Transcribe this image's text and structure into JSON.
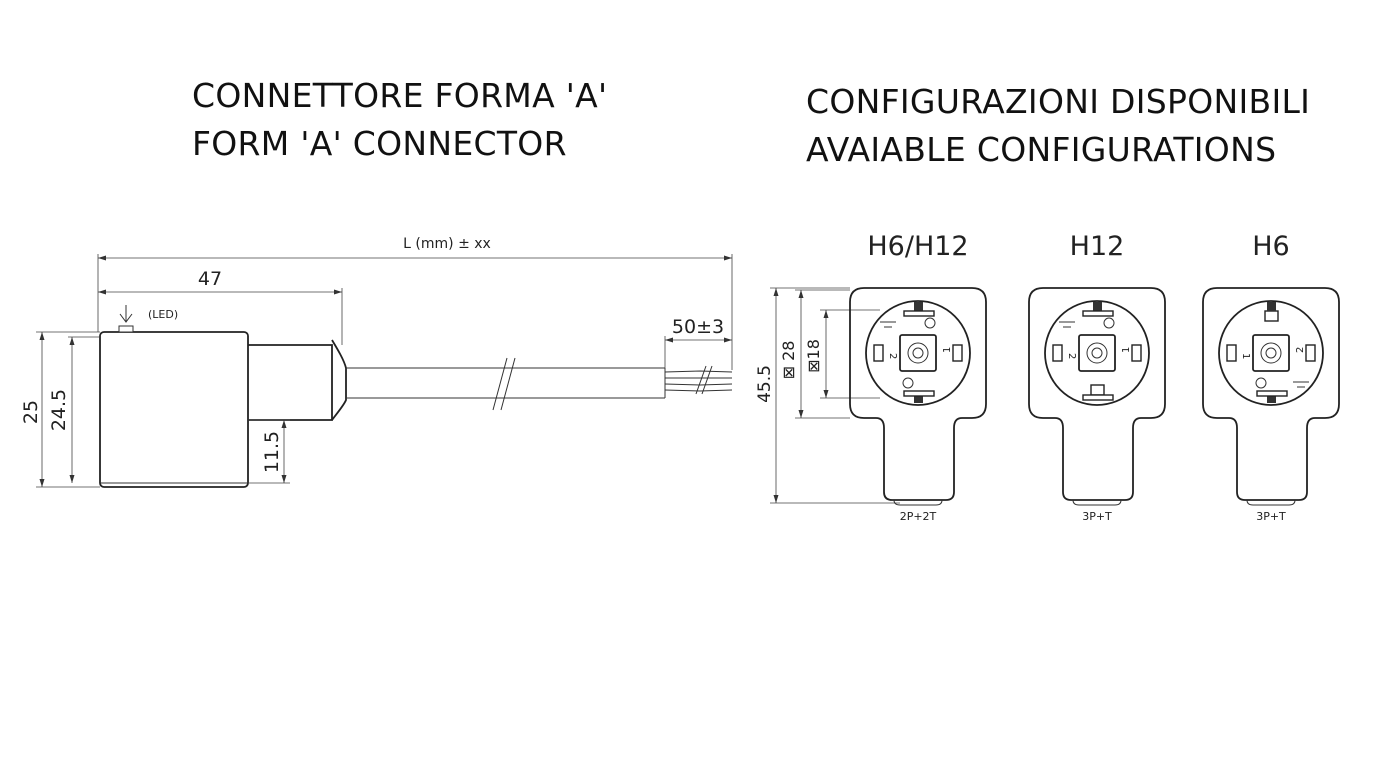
{
  "titles": {
    "left_line1": "CONNETTORE FORMA 'A'",
    "left_line2": "FORM 'A' CONNECTOR",
    "right_line1": "CONFIGURAZIONI DISPONIBILI",
    "right_line2": "AVAIABLE CONFIGURATIONS"
  },
  "side_view": {
    "length_label": "L (mm) ± xx",
    "dim_47": "47",
    "dim_50": "50±3",
    "led_label": "(LED)",
    "dim_25": "25",
    "dim_24_5": "24.5",
    "dim_11_5": "11.5"
  },
  "front_dims": {
    "dim_45_5": "45.5",
    "dim_28": "⊠ 28",
    "dim_18": "⊠18"
  },
  "configurations": [
    {
      "heading": "H6/H12",
      "caption": "2P+2T"
    },
    {
      "heading": "H12",
      "caption": "3P+T"
    },
    {
      "heading": "H6",
      "caption": "3P+T"
    }
  ]
}
